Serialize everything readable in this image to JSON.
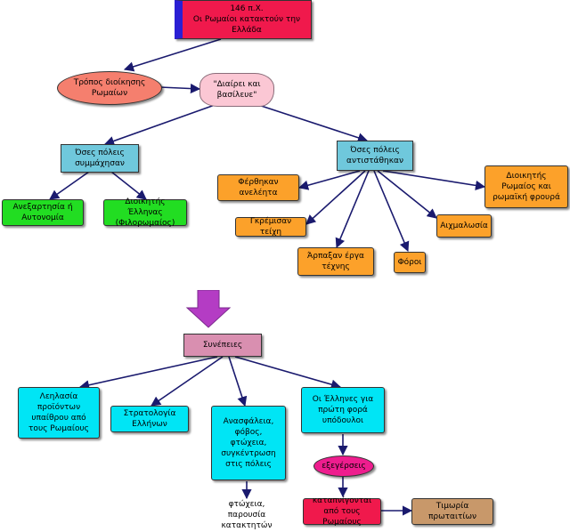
{
  "nodes": {
    "top": "146 π.Χ.\nΟι Ρωμαίοι κατακτούν την Ελλάδα",
    "admin": "Τρόπος  διοίκησης Ρωμαίων",
    "divide": "\"Διαίρει και βασίλευε\"",
    "allies": "Όσες πόλεις συμμάχησαν",
    "resisted": "Όσες πόλεις αντιστάθηκαν",
    "independence": "Ανεξαρτησία ή Αυτονομία",
    "greek_governor": "Διοικητής Έλληνας (Φιλορωμαίος)",
    "taken_away": "Φέρθηκαν ανελέητα",
    "roman_governor": "Διοικητής Ρωμαίος και ρωμαϊκή φρουρά",
    "walls": "Γκρέμισαν τείχη",
    "art": "Άρπαξαν έργα τέχνης",
    "taxes": "Φόροι",
    "captivity": "Αιχμαλωσία",
    "consequences": "Συνέπειες",
    "plunder": "Λεηλασία προϊόντων υπαίθρου από τους Ρωμαίους",
    "conscription": "Στρατολογία Ελλήνων",
    "insecurity": "Ανασφάλεια, φόβος, φτώχεια, συγκέντρωση στις πόλεις",
    "poverty": "φτώχεια, παρουσία κατακτητών",
    "first_time": "Οι Έλληνες για πρώτη φορά υπόδουλοι",
    "uprisings": "εξεγέρσεις",
    "crushed": "καταπνίγονται από τους Ρωμαίους",
    "punishment": "Τιμωρία πρωταιτίων"
  },
  "colors": {
    "edge": "#1a1a6e",
    "big_arrow": "#b43cc4",
    "top_accent": "#2a1fd4"
  }
}
